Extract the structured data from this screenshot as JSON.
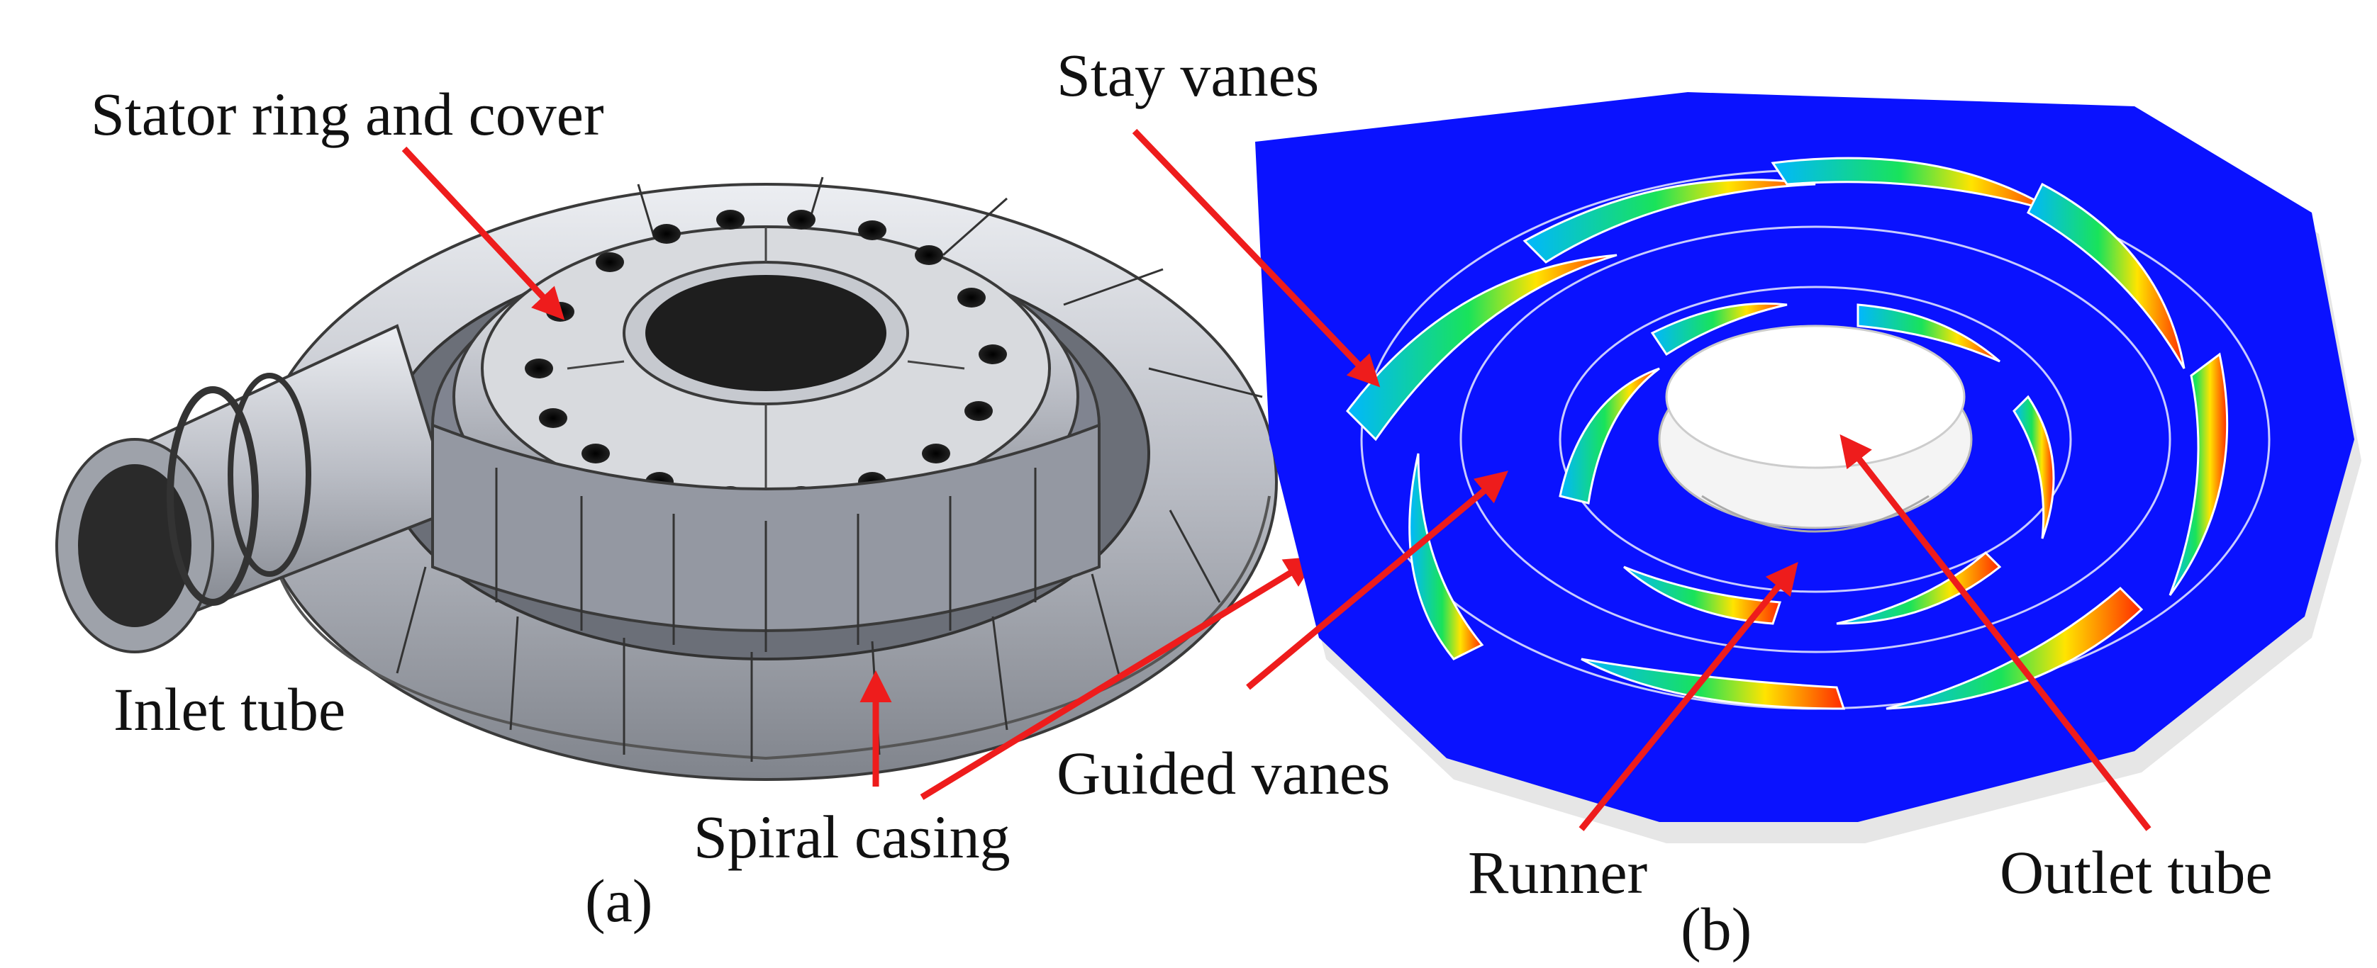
{
  "panel_a": {
    "caption": "(a)",
    "labels": {
      "stator": "Stator ring and cover",
      "inlet": "Inlet tube",
      "spiral": "Spiral casing"
    }
  },
  "panel_b": {
    "caption": "(b)",
    "labels": {
      "stay": "Stay vanes",
      "guided": "Guided vanes",
      "runner": "Runner",
      "outlet": "Outlet tube"
    }
  },
  "colors": {
    "arrow": "#ee1c1c",
    "fluid_domain": "#0a12ff",
    "metal": "#b9bcc4"
  }
}
